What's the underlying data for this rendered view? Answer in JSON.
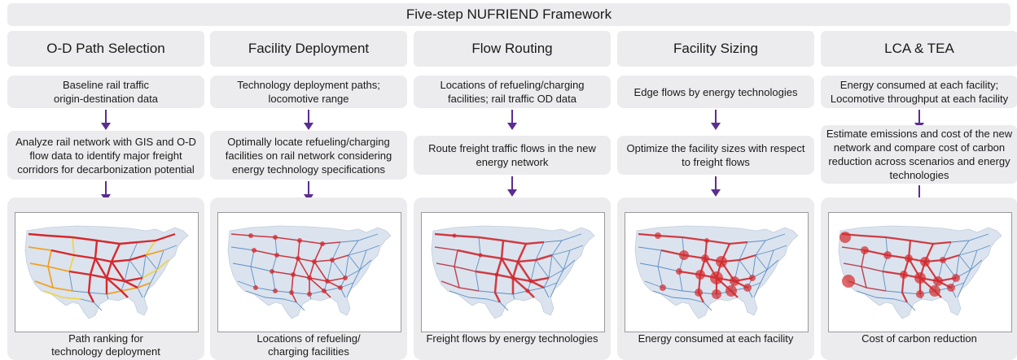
{
  "title": "Five-step NUFRIEND Framework",
  "steps": [
    {
      "header": "O-D Path Selection",
      "input": "Baseline rail traffic\norigin-destination data",
      "process": "Analyze rail network with GIS and O-D flow data to identify major freight corridors for decarbonization potential",
      "output": "Path ranking for\ntechnology deployment",
      "map_style": "paths"
    },
    {
      "header": "Facility Deployment",
      "input": "Technology deployment paths;\nlocomotive range",
      "process": "Optimally locate refueling/charging facilities on rail network considering energy technology specifications",
      "output": "Locations of refueling/\ncharging facilities",
      "map_style": "facilities"
    },
    {
      "header": "Flow Routing",
      "input": "Locations of refueling/charging facilities; rail traffic OD data",
      "process": "Route freight traffic flows in the new energy network",
      "output": "Freight flows by energy technologies",
      "map_style": "flows"
    },
    {
      "header": "Facility Sizing",
      "input": "Edge flows by energy technologies",
      "process": "Optimize the facility sizes with respect to freight flows",
      "output": "Energy consumed at each facility",
      "map_style": "sizing"
    },
    {
      "header": "LCA & TEA",
      "input": "Energy consumed at each facility;\nLocomotive throughput at each facility",
      "process": "Estimate emissions and cost of the new network and compare cost of carbon reduction across scenarios and energy technologies",
      "output": "Cost of carbon reduction",
      "map_style": "cost"
    }
  ],
  "colors": {
    "panel": "#ececee",
    "arrow": "#5b2d91",
    "map_land": "#dbe3ee",
    "rail_network": "#5b8fc6",
    "highlight_red": "#d6282b",
    "highlight_orange": "#f0a22a",
    "highlight_yellow": "#f3d13a"
  }
}
